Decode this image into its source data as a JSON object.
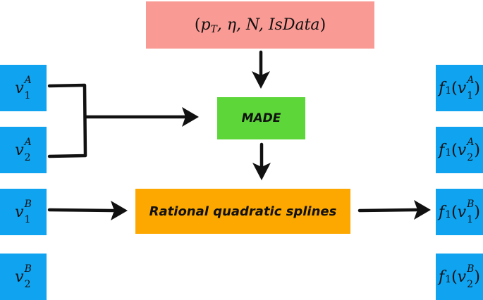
{
  "inputs": {
    "open": "(",
    "p": "p",
    "t": "T",
    "rest": ", η, N, IsData",
    "close": ")"
  },
  "made_label": "MADE",
  "rqs_label": "Rational quadratic splines",
  "left_vars": [
    {
      "base": "v",
      "sup": "A",
      "sub": "1"
    },
    {
      "base": "v",
      "sup": "A",
      "sub": "2"
    },
    {
      "base": "v",
      "sup": "B",
      "sub": "1"
    },
    {
      "base": "v",
      "sup": "B",
      "sub": "2"
    }
  ],
  "right_vars": [
    {
      "fn": "f",
      "fn_sub": "1",
      "base": "v",
      "sup": "A",
      "sub": "1"
    },
    {
      "fn": "f",
      "fn_sub": "1",
      "base": "v",
      "sup": "A",
      "sub": "2"
    },
    {
      "fn": "f",
      "fn_sub": "1",
      "base": "v",
      "sup": "B",
      "sub": "1"
    },
    {
      "fn": "f",
      "fn_sub": "1",
      "base": "v",
      "sup": "B",
      "sub": "2"
    }
  ],
  "colors": {
    "variable_box": "#0fa3f0",
    "inputs_box": "#f99a94",
    "made_box": "#5dd63a",
    "rqs_box": "#fca800",
    "arrow": "#111111"
  }
}
